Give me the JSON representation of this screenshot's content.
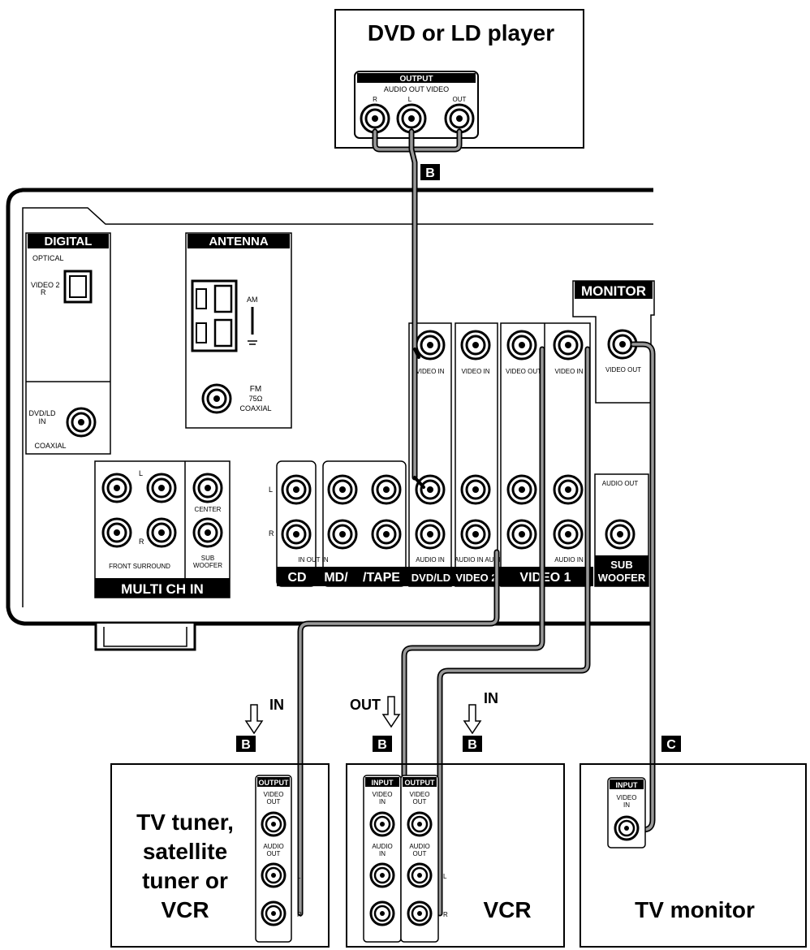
{
  "devices": {
    "dvd_player": {
      "title": "DVD or LD player",
      "output_label": "OUTPUT",
      "sub_label": "AUDIO OUT VIDEO",
      "jack_r": "R",
      "jack_l": "L",
      "jack_out": "OUT"
    },
    "tv_tuner": {
      "title_lines": [
        "TV tuner,",
        "satellite",
        "tuner or",
        "VCR"
      ],
      "output_label": "OUTPUT",
      "video_out": [
        "VIDEO",
        "OUT"
      ],
      "audio_out": [
        "AUDIO",
        "OUT"
      ],
      "l": "L",
      "r": "R"
    },
    "vcr": {
      "title": "VCR",
      "input_label": "INPUT",
      "output_label": "OUTPUT",
      "video_in": [
        "VIDEO",
        "IN"
      ],
      "video_out": [
        "VIDEO",
        "OUT"
      ],
      "audio_in": [
        "AUDIO",
        "IN"
      ],
      "audio_out": [
        "AUDIO",
        "OUT"
      ],
      "l": "L",
      "r": "R"
    },
    "tv_monitor": {
      "title": "TV monitor",
      "input_label": "INPUT",
      "video_in": [
        "VIDEO",
        "IN"
      ]
    }
  },
  "receiver": {
    "digital": {
      "header": "DIGITAL",
      "optical": "OPTICAL",
      "video2": "VIDEO 2",
      "video2_r": "R",
      "dvd_in": [
        "DVD/LD",
        "IN"
      ],
      "coaxial": "COAXIAL"
    },
    "antenna": {
      "header": "ANTENNA",
      "am": "AM",
      "fm": "FM",
      "ohm": "75Ω",
      "coaxial": "COAXIAL"
    },
    "monitor": {
      "header": "MONITOR",
      "video_out": "VIDEO OUT"
    },
    "multi_ch": {
      "label": "MULTI CH IN",
      "l": "L",
      "r": "R",
      "front_surround": "FRONT SURROUND",
      "center": "CENTER",
      "sub": "SUB",
      "woofer": "WOOFER"
    },
    "side_l": "L",
    "side_r": "R",
    "video_in": "VIDEO IN",
    "video_out": "VIDEO OUT",
    "audio_in": "AUDIO IN",
    "audio_out": "AUDIO OUT",
    "in_out": "IN OUT IN",
    "cd": "CD",
    "md": "MD/",
    "tape": "/TAPE",
    "dvd_ld": "DVD/LD",
    "video2": "VIDEO 2",
    "video1": "VIDEO 1",
    "sub_woofer_top": "SUB",
    "sub_woofer_bottom": "WOOFER",
    "mid_labels": "AUDIO IN AUDIO OUT"
  },
  "signal_labels": {
    "in": "IN",
    "out": "OUT"
  },
  "markers": {
    "b": "B",
    "c": "C"
  }
}
